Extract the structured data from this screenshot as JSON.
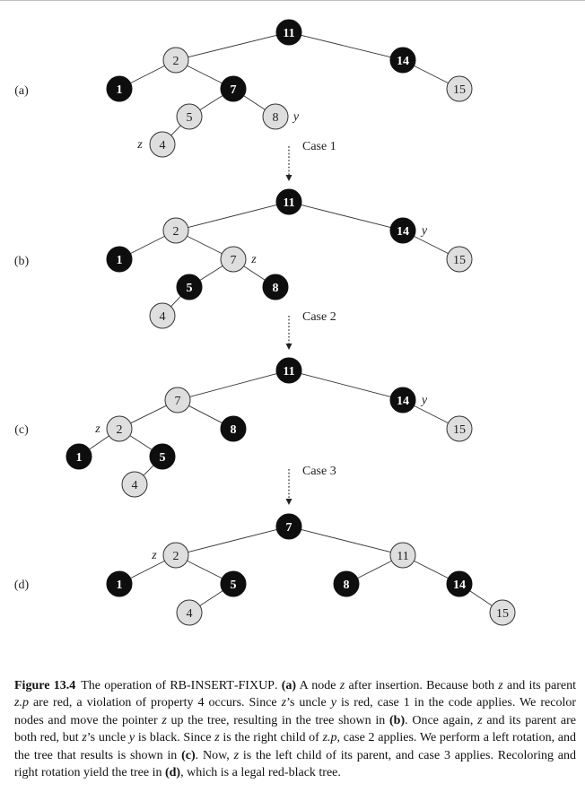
{
  "panels": [
    {
      "label": "(a)",
      "nodes": [
        {
          "id": "n11",
          "key": "11",
          "color": "black"
        },
        {
          "id": "n2",
          "key": "2",
          "color": "red"
        },
        {
          "id": "n14",
          "key": "14",
          "color": "black"
        },
        {
          "id": "n1",
          "key": "1",
          "color": "black"
        },
        {
          "id": "n7",
          "key": "7",
          "color": "black"
        },
        {
          "id": "n15",
          "key": "15",
          "color": "red"
        },
        {
          "id": "n5",
          "key": "5",
          "color": "red"
        },
        {
          "id": "n8",
          "key": "8",
          "color": "red",
          "pointer": "y"
        },
        {
          "id": "n4",
          "key": "4",
          "color": "red",
          "pointer": "z"
        }
      ],
      "edges": [
        [
          "n11",
          "n2"
        ],
        [
          "n11",
          "n14"
        ],
        [
          "n2",
          "n1"
        ],
        [
          "n2",
          "n7"
        ],
        [
          "n14",
          "n15"
        ],
        [
          "n7",
          "n5"
        ],
        [
          "n7",
          "n8"
        ],
        [
          "n5",
          "n4"
        ]
      ]
    },
    {
      "label": "(b)",
      "nodes": [
        {
          "id": "n11",
          "key": "11",
          "color": "black"
        },
        {
          "id": "n2",
          "key": "2",
          "color": "red"
        },
        {
          "id": "n14",
          "key": "14",
          "color": "black",
          "pointer": "y"
        },
        {
          "id": "n1",
          "key": "1",
          "color": "black"
        },
        {
          "id": "n7",
          "key": "7",
          "color": "red",
          "pointer": "z"
        },
        {
          "id": "n15",
          "key": "15",
          "color": "red"
        },
        {
          "id": "n5",
          "key": "5",
          "color": "black"
        },
        {
          "id": "n8",
          "key": "8",
          "color": "black"
        },
        {
          "id": "n4",
          "key": "4",
          "color": "red"
        }
      ],
      "edges": [
        [
          "n11",
          "n2"
        ],
        [
          "n11",
          "n14"
        ],
        [
          "n2",
          "n1"
        ],
        [
          "n2",
          "n7"
        ],
        [
          "n14",
          "n15"
        ],
        [
          "n7",
          "n5"
        ],
        [
          "n7",
          "n8"
        ],
        [
          "n5",
          "n4"
        ]
      ]
    },
    {
      "label": "(c)",
      "nodes": [
        {
          "id": "n11",
          "key": "11",
          "color": "black"
        },
        {
          "id": "n7",
          "key": "7",
          "color": "red"
        },
        {
          "id": "n14",
          "key": "14",
          "color": "black",
          "pointer": "y"
        },
        {
          "id": "n2",
          "key": "2",
          "color": "red",
          "pointer": "z"
        },
        {
          "id": "n8",
          "key": "8",
          "color": "black"
        },
        {
          "id": "n15",
          "key": "15",
          "color": "red"
        },
        {
          "id": "n1",
          "key": "1",
          "color": "black"
        },
        {
          "id": "n5",
          "key": "5",
          "color": "black"
        },
        {
          "id": "n4",
          "key": "4",
          "color": "red"
        }
      ],
      "edges": [
        [
          "n11",
          "n7"
        ],
        [
          "n11",
          "n14"
        ],
        [
          "n7",
          "n2"
        ],
        [
          "n7",
          "n8"
        ],
        [
          "n14",
          "n15"
        ],
        [
          "n2",
          "n1"
        ],
        [
          "n2",
          "n5"
        ],
        [
          "n5",
          "n4"
        ]
      ]
    },
    {
      "label": "(d)",
      "nodes": [
        {
          "id": "n7",
          "key": "7",
          "color": "black"
        },
        {
          "id": "n2",
          "key": "2",
          "color": "red",
          "pointer": "z"
        },
        {
          "id": "n11",
          "key": "11",
          "color": "red"
        },
        {
          "id": "n1",
          "key": "1",
          "color": "black"
        },
        {
          "id": "n5",
          "key": "5",
          "color": "black"
        },
        {
          "id": "n8",
          "key": "8",
          "color": "black"
        },
        {
          "id": "n14",
          "key": "14",
          "color": "black"
        },
        {
          "id": "n4",
          "key": "4",
          "color": "red"
        },
        {
          "id": "n15",
          "key": "15",
          "color": "red"
        }
      ],
      "edges": [
        [
          "n7",
          "n2"
        ],
        [
          "n7",
          "n11"
        ],
        [
          "n2",
          "n1"
        ],
        [
          "n2",
          "n5"
        ],
        [
          "n11",
          "n8"
        ],
        [
          "n11",
          "n14"
        ],
        [
          "n5",
          "n4"
        ],
        [
          "n14",
          "n15"
        ]
      ]
    }
  ],
  "transitions": [
    "Case 1",
    "Case 2",
    "Case 3"
  ],
  "caption": {
    "figure_number": "Figure 13.4",
    "t1": "The operation of ",
    "proc_rb": "RB-I",
    "proc_nsert": "NSERT",
    "proc_dash": "-F",
    "proc_ixup": "IXUP",
    "t2": ". ",
    "pa": "(a)",
    "t3": " A node ",
    "z": "z",
    "t4": " after insertion. Because both ",
    "t5": " and its parent ",
    "zp": "z.p",
    "t6": " are red, a violation of property 4 occurs. Since ",
    "t7": "’s uncle ",
    "y": "y",
    "t8": " is red, case 1 in the code applies. We recolor nodes and move the pointer ",
    "t9": " up the tree, resulting in the tree shown in ",
    "pb": "(b)",
    "t10": ". Once again, ",
    "t11": " and its parent are both red, but ",
    "t12": " is black. Since ",
    "t13": " is the right child of ",
    "t14": ", case 2 applies. We perform a left rotation, and the tree that results is shown in ",
    "pc": "(c)",
    "t15": ". Now, ",
    "t16": " is the left child of its parent, and case 3 applies. Recoloring and right rotation yield the tree in ",
    "pd": "(d)",
    "t17": ", which is a legal red-black tree."
  }
}
